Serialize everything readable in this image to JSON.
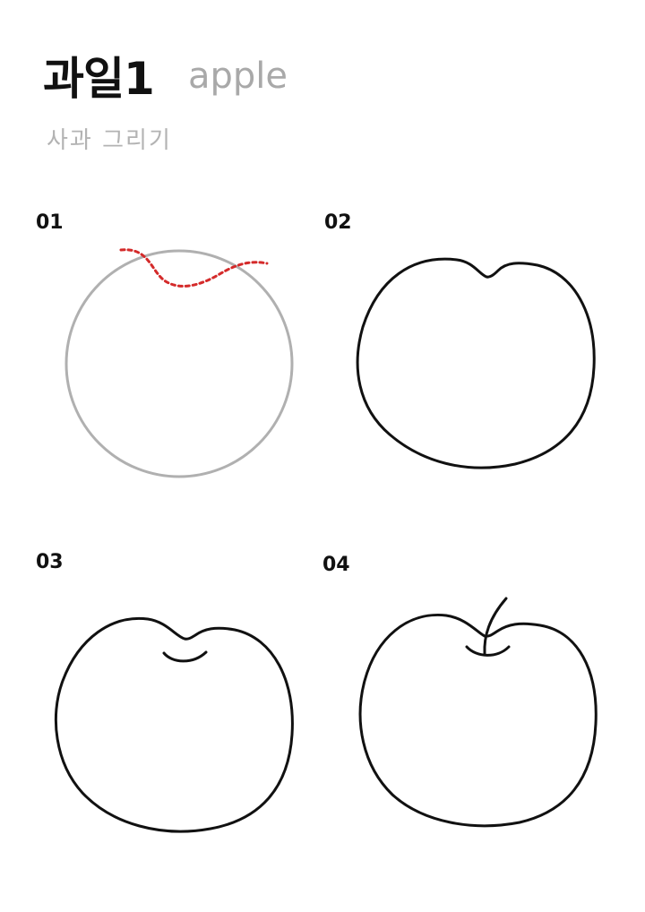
{
  "header": {
    "title": "과일1",
    "title_en": "apple",
    "subtitle": "사과 그리기"
  },
  "steps": [
    {
      "number": "01"
    },
    {
      "number": "02"
    },
    {
      "number": "03"
    },
    {
      "number": "04"
    }
  ],
  "colors": {
    "outline": "#111111",
    "guide_circle": "#b0b0b0",
    "guide_dash": "#d42a2a"
  }
}
